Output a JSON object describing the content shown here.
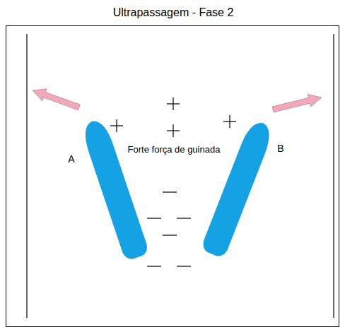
{
  "diagram": {
    "title": "Ultrapassagem - Fase 2",
    "labels": [
      "A",
      "Forte força de guinada",
      "B"
    ]
  }
}
